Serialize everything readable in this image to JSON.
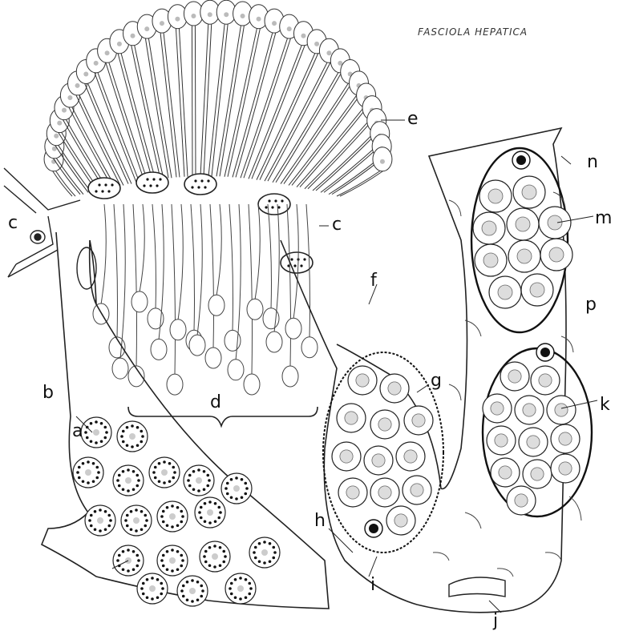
{
  "figure": {
    "title": "FASCIOLA    HEPATICA",
    "labels": {
      "a": "a",
      "b": "b",
      "c_left": "c",
      "c_right": "c",
      "d": "d",
      "e": "e",
      "f": "f",
      "g": "g",
      "h": "h",
      "i": "i",
      "j": "j",
      "k": "k",
      "m": "m",
      "n": "n",
      "p": "p"
    }
  }
}
